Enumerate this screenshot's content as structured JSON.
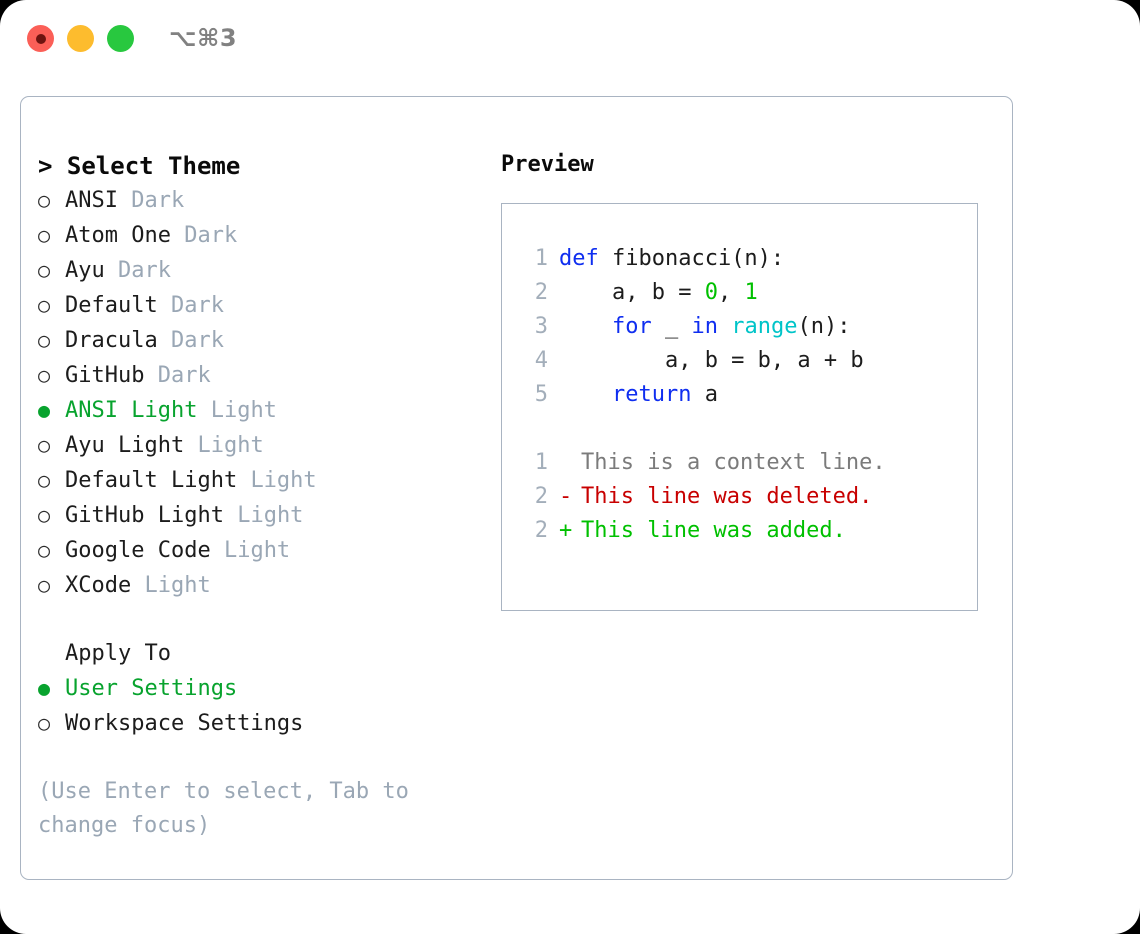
{
  "window": {
    "traffic_lights": [
      {
        "name": "close",
        "color": "#fb5f57",
        "recording_dot": true
      },
      {
        "name": "minimize",
        "color": "#fdbc2e",
        "recording_dot": false
      },
      {
        "name": "maximize",
        "color": "#28c83f",
        "recording_dot": false
      }
    ],
    "shortcut": "⌥⌘3"
  },
  "theme_picker": {
    "heading": "> Select Theme",
    "markers": {
      "selected": "●",
      "unselected": "○"
    },
    "items": [
      {
        "marker": "○",
        "name": "ANSI",
        "kind": "Dark",
        "selected": false
      },
      {
        "marker": "○",
        "name": "Atom One",
        "kind": "Dark",
        "selected": false
      },
      {
        "marker": "○",
        "name": "Ayu",
        "kind": "Dark",
        "selected": false
      },
      {
        "marker": "○",
        "name": "Default",
        "kind": "Dark",
        "selected": false
      },
      {
        "marker": "○",
        "name": "Dracula",
        "kind": "Dark",
        "selected": false
      },
      {
        "marker": "○",
        "name": "GitHub",
        "kind": "Dark",
        "selected": false
      },
      {
        "marker": "●",
        "name": "ANSI Light",
        "kind": "Light",
        "selected": true
      },
      {
        "marker": "○",
        "name": "Ayu Light",
        "kind": "Light",
        "selected": false
      },
      {
        "marker": "○",
        "name": "Default Light",
        "kind": "Light",
        "selected": false
      },
      {
        "marker": "○",
        "name": "GitHub Light",
        "kind": "Light",
        "selected": false
      },
      {
        "marker": "○",
        "name": "Google Code",
        "kind": "Light",
        "selected": false
      },
      {
        "marker": "○",
        "name": "XCode",
        "kind": "Light",
        "selected": false
      }
    ]
  },
  "apply_to": {
    "label": "Apply To",
    "options": [
      {
        "marker": "●",
        "name": "User Settings",
        "selected": true
      },
      {
        "marker": "○",
        "name": "Workspace Settings",
        "selected": false
      }
    ]
  },
  "hint": "(Use Enter to select, Tab to change focus)",
  "preview": {
    "title": "Preview",
    "code_lines": [
      {
        "no": "1",
        "segments": [
          {
            "t": "def ",
            "c": "kw"
          },
          {
            "t": "fibonacci(n):",
            "c": "plain"
          }
        ]
      },
      {
        "no": "2",
        "segments": [
          {
            "t": "    a, b = ",
            "c": "plain"
          },
          {
            "t": "0",
            "c": "num"
          },
          {
            "t": ", ",
            "c": "plain"
          },
          {
            "t": "1",
            "c": "num"
          }
        ]
      },
      {
        "no": "3",
        "segments": [
          {
            "t": "    ",
            "c": "plain"
          },
          {
            "t": "for",
            "c": "kw"
          },
          {
            "t": " _ ",
            "c": "plain"
          },
          {
            "t": "in",
            "c": "kw"
          },
          {
            "t": " ",
            "c": "plain"
          },
          {
            "t": "range",
            "c": "builtin"
          },
          {
            "t": "(n):",
            "c": "plain"
          }
        ]
      },
      {
        "no": "4",
        "segments": [
          {
            "t": "        a, b = b, a + b",
            "c": "plain"
          }
        ]
      },
      {
        "no": "5",
        "segments": [
          {
            "t": "    ",
            "c": "plain"
          },
          {
            "t": "return",
            "c": "kw"
          },
          {
            "t": " a",
            "c": "plain"
          }
        ]
      }
    ],
    "diff_lines": [
      {
        "no": "1",
        "sign": " ",
        "text": "This is a context line.",
        "kind": "ctx"
      },
      {
        "no": "2",
        "sign": "-",
        "text": "This line was deleted.",
        "kind": "del"
      },
      {
        "no": "2",
        "sign": "+",
        "text": "This line was added.",
        "kind": "add"
      }
    ]
  },
  "colors": {
    "accent_green": "#08a32e",
    "muted": "#9aa7b5",
    "border": "#a9b4c2",
    "keyword": "#0f2ef0",
    "builtin": "#00c4c8",
    "number": "#00c000",
    "diff_add": "#00c000",
    "diff_del": "#c80000",
    "diff_ctx": "#7b7b7b"
  }
}
